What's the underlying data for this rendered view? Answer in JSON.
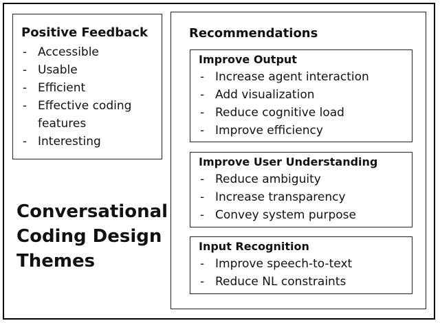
{
  "positive_feedback": {
    "heading": "Positive Feedback",
    "items": [
      "Accessible",
      "Usable",
      "Efficient",
      "Effective coding features",
      "Interesting"
    ]
  },
  "title": {
    "lines": [
      "Conversational",
      "Coding Design",
      "Themes"
    ]
  },
  "recommendations": {
    "heading": "Recommendations",
    "groups": [
      {
        "heading": "Improve Output",
        "items": [
          "Increase agent interaction",
          "Add visualization",
          "Reduce cognitive load",
          "Improve efficiency"
        ]
      },
      {
        "heading": "Improve User Understanding",
        "items": [
          "Reduce ambiguity",
          "Increase transparency",
          "Convey system purpose"
        ]
      },
      {
        "heading": "Input Recognition",
        "items": [
          "Improve speech-to-text",
          "Reduce NL constraints"
        ]
      }
    ]
  }
}
